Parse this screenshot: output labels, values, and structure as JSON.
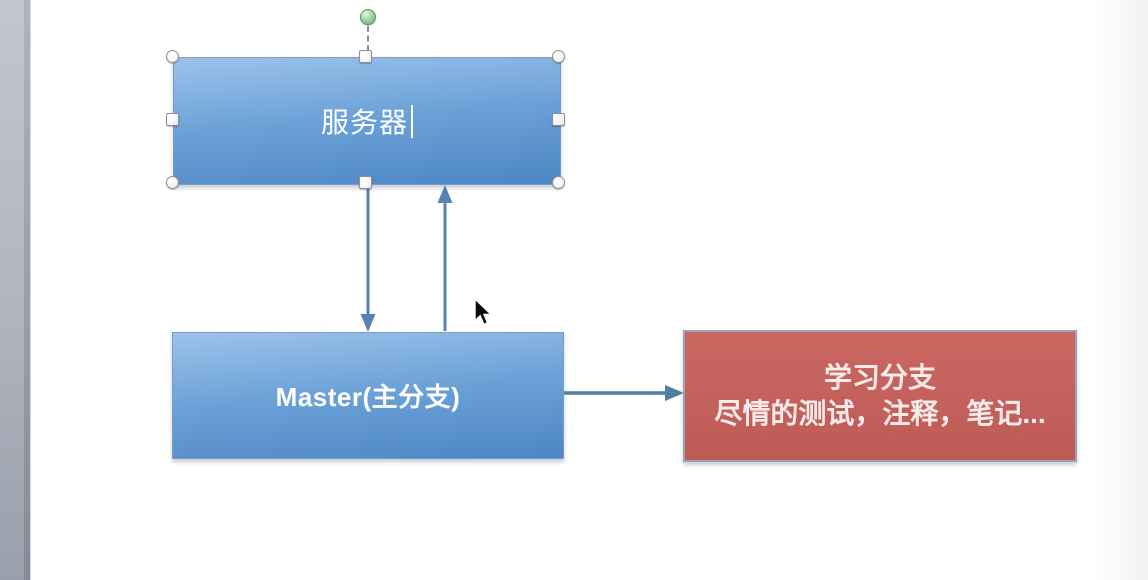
{
  "canvas": {
    "background": "#ffffff",
    "left_strip": {
      "color_top": "#c3c6cd",
      "color_bottom": "#99a0ac"
    }
  },
  "diagram": {
    "nodes": {
      "server": {
        "label": "服务器",
        "fill_top": "#9dc2ea",
        "fill_bottom": "#4d86c5",
        "text_color": "#ffffff",
        "selected": true,
        "text_editing": true
      },
      "master": {
        "label": "Master(主分支)",
        "fill_top": "#9dc2ea",
        "fill_bottom": "#4d86c5",
        "text_color": "#ffffff"
      },
      "learn": {
        "line1": "学习分支",
        "line2": "尽情的测试，注释，笔记...",
        "fill": "#c4615c",
        "border_color": "#9da3b5",
        "text_color": "#f7ebe9"
      }
    },
    "connectors": [
      {
        "from": "server",
        "to": "master",
        "direction": "down",
        "color": "#5583b4"
      },
      {
        "from": "master",
        "to": "server",
        "direction": "up",
        "color": "#5583b4"
      },
      {
        "from": "master",
        "to": "learn",
        "direction": "right",
        "color": "#4d7fa2"
      }
    ],
    "selection": {
      "handle_fill": "#ffffff",
      "handle_border": "#8c8f96",
      "rotation_handle_color": "#6cb47c"
    }
  },
  "cursor": {
    "type": "arrow-pointer"
  }
}
